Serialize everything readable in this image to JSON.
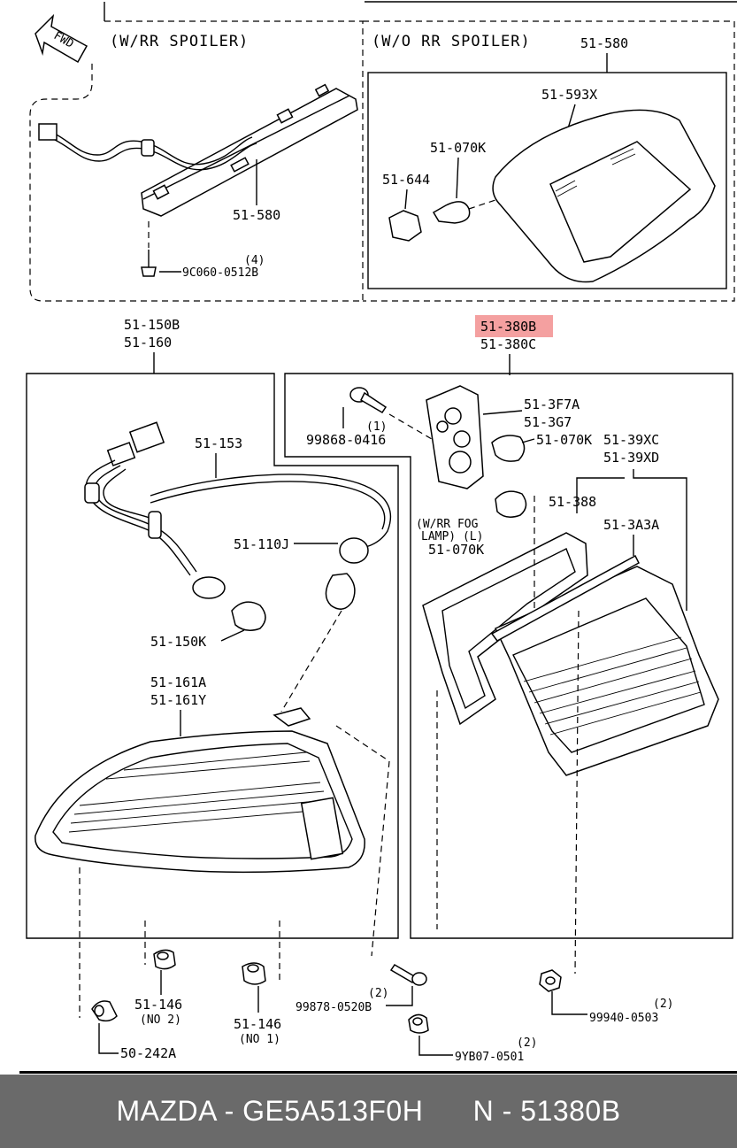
{
  "diagram": {
    "fwd": "FWD",
    "top_left_heading": "(W/RR SPOILER)",
    "top_right_heading": "(W/O RR SPOILER)",
    "labels": {
      "l_51_580_left": "51-580",
      "l_screw_qty": "(4)",
      "l_9c060": "9C060-0512B",
      "l_51_580_right": "51-580",
      "l_51_593x": "51-593X",
      "l_51_070k_top": "51-070K",
      "l_51_644": "51-644",
      "l_51_150b": "51-150B",
      "l_51_160": "51-160",
      "l_51_380b": "51-380B",
      "l_51_380c": "51-380C",
      "l_51_153": "51-153",
      "l_51_110j": "51-110J",
      "l_51_150k": "51-150K",
      "l_51_161a": "51-161A",
      "l_51_161y": "51-161Y",
      "l_qty1": "(1)",
      "l_99868": "99868-0416",
      "l_51_3f7a": "51-3F7A",
      "l_51_3g7": "51-3G7",
      "l_51_070k_mid": "51-070K",
      "l_51_39xc": "51-39XC",
      "l_51_39xd": "51-39XD",
      "l_wrr_fog": "(W/RR  FOG",
      "l_lamp_l": "LAMP)  (L)",
      "l_51_070k_fog": "51-070K",
      "l_51_388": "51-388",
      "l_51_3a3a": "51-3A3A",
      "l_51_146_a": "51-146",
      "l_no2": "(NO 2)",
      "l_51_146_b": "51-146",
      "l_no1": "(NO 1)",
      "l_qty2_a": "(2)",
      "l_99878": "99878-0520B",
      "l_qty2_b": "(2)",
      "l_99940": "99940-0503",
      "l_50_242a": "50-242A",
      "l_qty2_c": "(2)",
      "l_9yb07": "9YB07-0501"
    },
    "highlight_color": "#f4a0a0"
  },
  "footer": {
    "left": "MAZDA - GE5A513F0H",
    "right": "N - 51380B"
  }
}
